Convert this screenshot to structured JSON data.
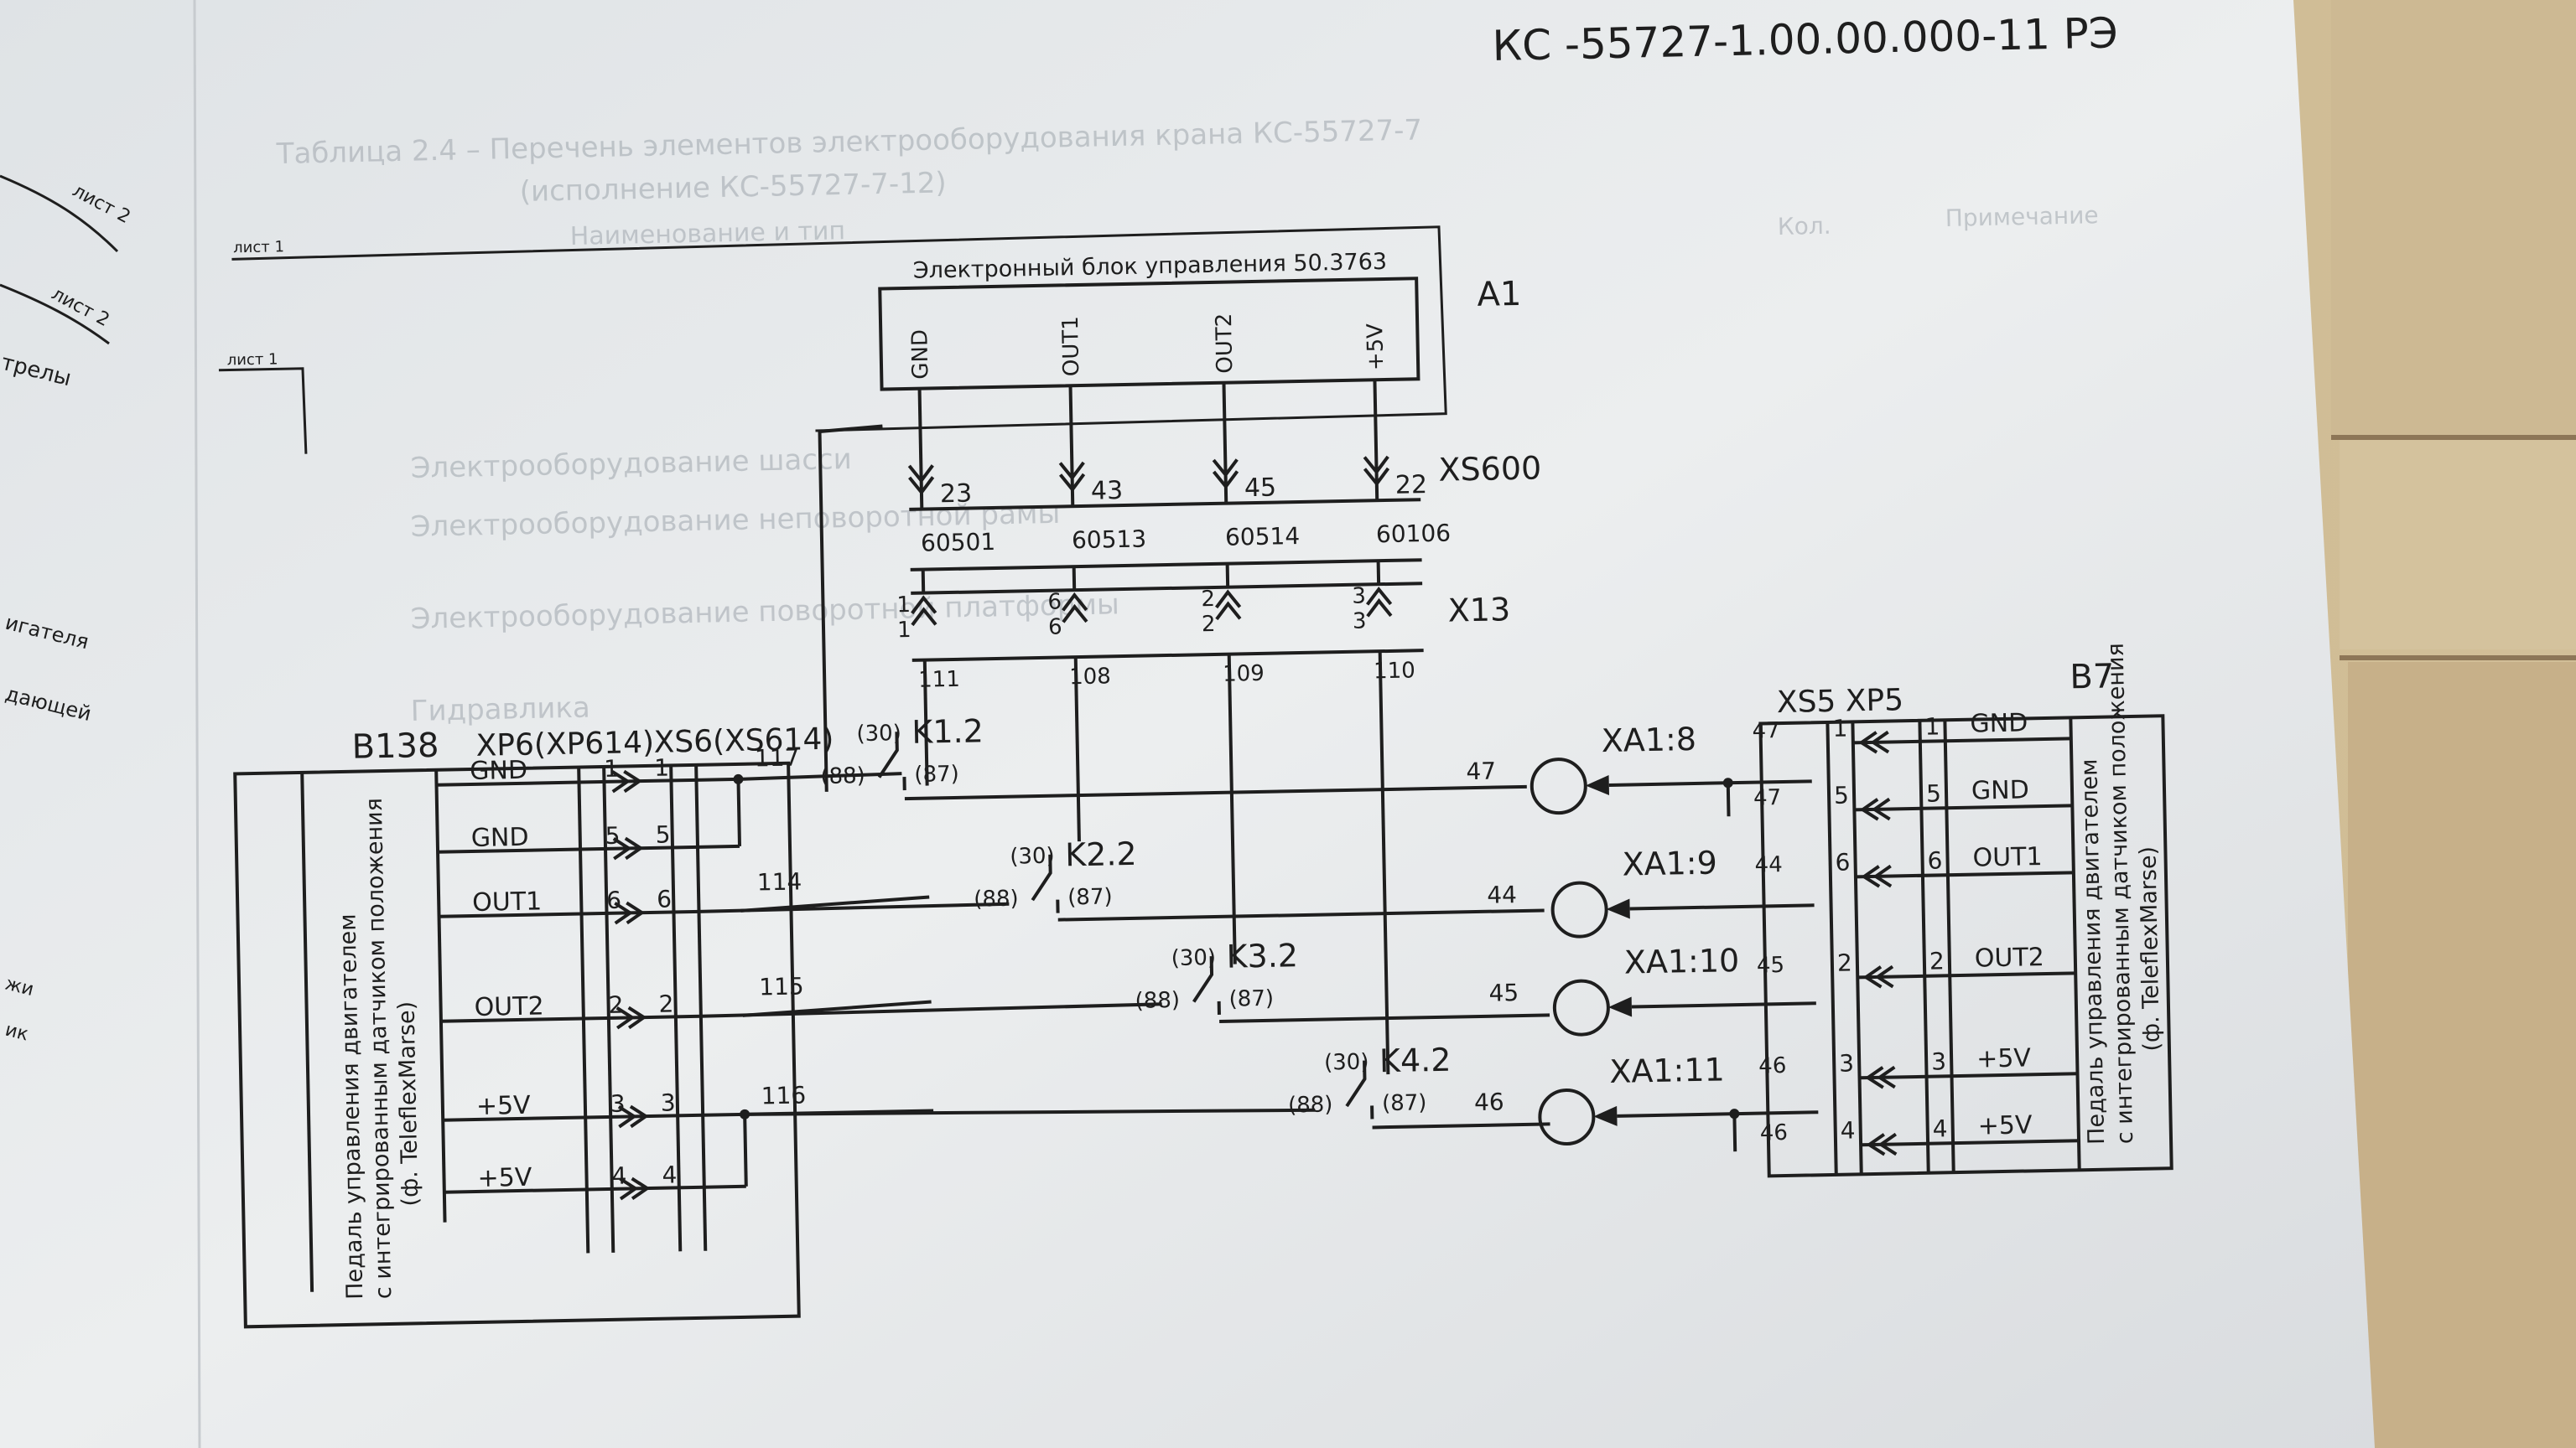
{
  "header": {
    "doc_code": "КС -55727-1.00.00.000-11 РЭ"
  },
  "left_page": {
    "sheet_marks": [
      "лист 2",
      "лист 2",
      "лист 1"
    ],
    "fragments": [
      "трелы",
      "игателя",
      "дающей",
      "жи",
      "ик"
    ]
  },
  "ghost_text": [
    "Таблица 2.4 – Перечень элементов электрооборудования крана КС-55727-7",
    "(исполнение КС-55727-7-12)",
    "Наименование и тип",
    "Электрооборудование шасси",
    "Электрооборудование неповоротной рамы",
    "Электрооборудование поворотной платформы",
    "Гидравлика",
    "Кол.",
    "Примечание"
  ],
  "ecu": {
    "title": "Электронный блок управления 50.3763",
    "ref": "А1",
    "sheet_mark": "лист 1"
  },
  "ecu_pins": [
    "GND",
    "OUT1",
    "OUT2",
    "+5V"
  ],
  "xs600": {
    "label": "XS600",
    "pins": [
      "23",
      "43",
      "45",
      "22"
    ],
    "wires": [
      "60501",
      "60513",
      "60514",
      "60106"
    ]
  },
  "x13": {
    "label": "X13",
    "pins": [
      "1",
      "6",
      "2",
      "3"
    ],
    "wires": [
      "111",
      "108",
      "109",
      "110"
    ]
  },
  "relays": [
    {
      "label": "K1.2",
      "c30": "(30)",
      "c88": "(88)",
      "c87": "(87)"
    },
    {
      "label": "K2.2",
      "c30": "(30)",
      "c88": "(88)",
      "c87": "(87)"
    },
    {
      "label": "K3.2",
      "c30": "(30)",
      "c88": "(88)",
      "c87": "(87)"
    },
    {
      "label": "K4.2",
      "c30": "(30)",
      "c88": "(88)",
      "c87": "(87)"
    }
  ],
  "pedal_left": {
    "ref": "В138",
    "connectors": [
      "XP6(XP614)",
      "XS6(XS614)"
    ],
    "desc_line1": "Педаль управления двигателем",
    "desc_line2": "с интегрированным датчиком положения",
    "desc_line3": "(ф. TeleflexMarse)",
    "pins": [
      {
        "name": "GND",
        "n": "1"
      },
      {
        "name": "GND",
        "n": "5"
      },
      {
        "name": "OUT1",
        "n": "6"
      },
      {
        "name": "OUT2",
        "n": "2"
      },
      {
        "name": "+5V",
        "n": "3"
      },
      {
        "name": "+5V",
        "n": "4"
      }
    ],
    "wires": [
      "117",
      "114",
      "115",
      "116"
    ]
  },
  "pedal_right": {
    "ref": "В7",
    "connectors": "XS5 XP5",
    "desc_line1": "Педаль управления двигателем",
    "desc_line2": "с интегрированным датчиком положения",
    "desc_line3": "(ф. TeleflexMarse)",
    "pins": [
      {
        "name": "GND",
        "n": "1",
        "w": "47"
      },
      {
        "name": "GND",
        "n": "5",
        "w": "47"
      },
      {
        "name": "OUT1",
        "n": "6",
        "w": "44"
      },
      {
        "name": "OUT2",
        "n": "2",
        "w": "45"
      },
      {
        "name": "+5V",
        "n": "3",
        "w": "46"
      },
      {
        "name": "+5V",
        "n": "4",
        "w": "46"
      }
    ]
  },
  "xa_terminals": [
    {
      "label": "XA1:8",
      "wire": "47"
    },
    {
      "label": "XA1:9",
      "wire": "44"
    },
    {
      "label": "XA1:10",
      "wire": "45"
    },
    {
      "label": "XA1:11",
      "wire": "46"
    }
  ],
  "colors": {
    "paper": "#e9ebec",
    "ink": "#1e1e1e",
    "wood": "#c8b48e"
  }
}
